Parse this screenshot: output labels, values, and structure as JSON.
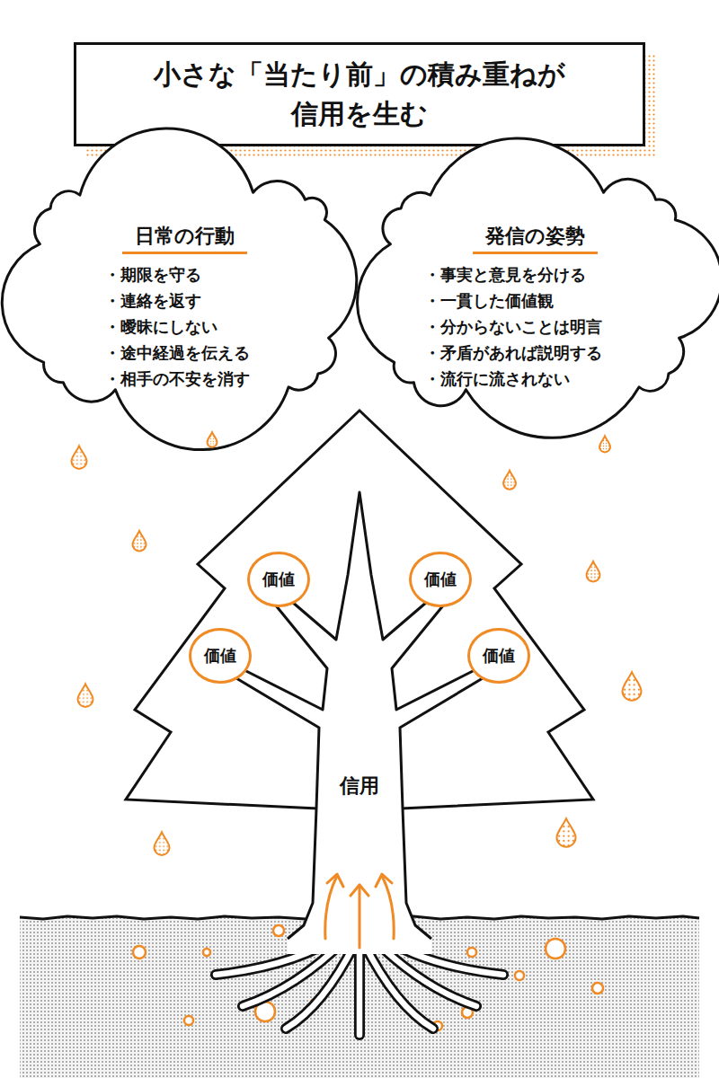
{
  "diagram": {
    "title": "小さな「当たり前」の積み重ねが 信用を生む",
    "nodes": [
      {
        "text": [
          "日常の行動",
          "・期限を守る",
          "・連絡を返す",
          "・曖昧にしない",
          "・途中経過を伝える",
          "・相手の不安を消す"
        ]
      },
      {
        "text": [
          "発信の姿勢",
          "・事実と意見を分ける",
          "・一貫した価値観",
          "・分からないことは明言",
          "・矛盾があれば説明する",
          "・流行に流されない"
        ]
      },
      {
        "text": [
          "信用"
        ]
      },
      {
        "text": [
          "価値"
        ],
        "in": 2
      },
      {
        "text": [
          "価値"
        ],
        "in": 2
      },
      {
        "text": [
          "価値"
        ],
        "in": 2
      },
      {
        "text": [
          "価値"
        ],
        "in": 2
      }
    ]
  }
}
